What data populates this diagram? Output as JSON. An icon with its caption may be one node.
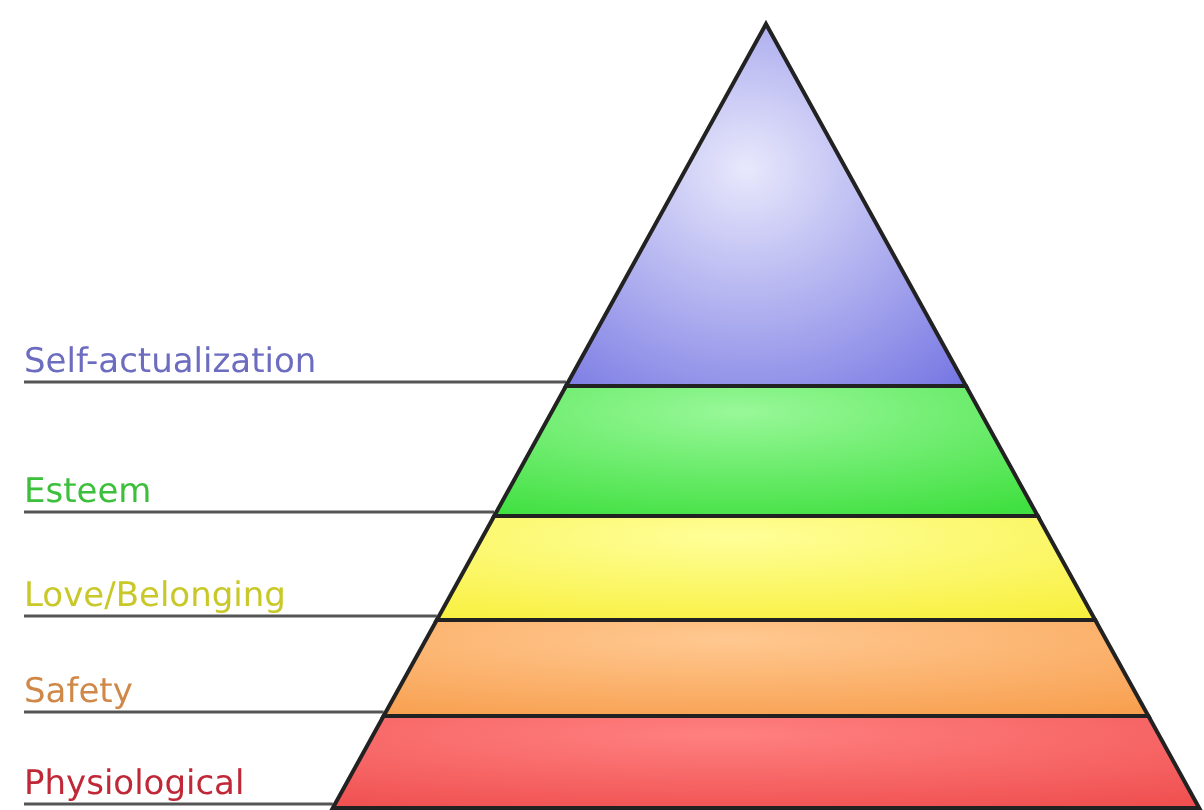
{
  "diagram": {
    "nodes": [
      {
        "text": [
          "Self-actualization"
        ]
      },
      {
        "text": [
          "Esteem"
        ]
      },
      {
        "text": [
          "Love/Belonging"
        ]
      },
      {
        "text": [
          "Safety"
        ]
      },
      {
        "text": [
          "Physiological"
        ]
      }
    ]
  }
}
